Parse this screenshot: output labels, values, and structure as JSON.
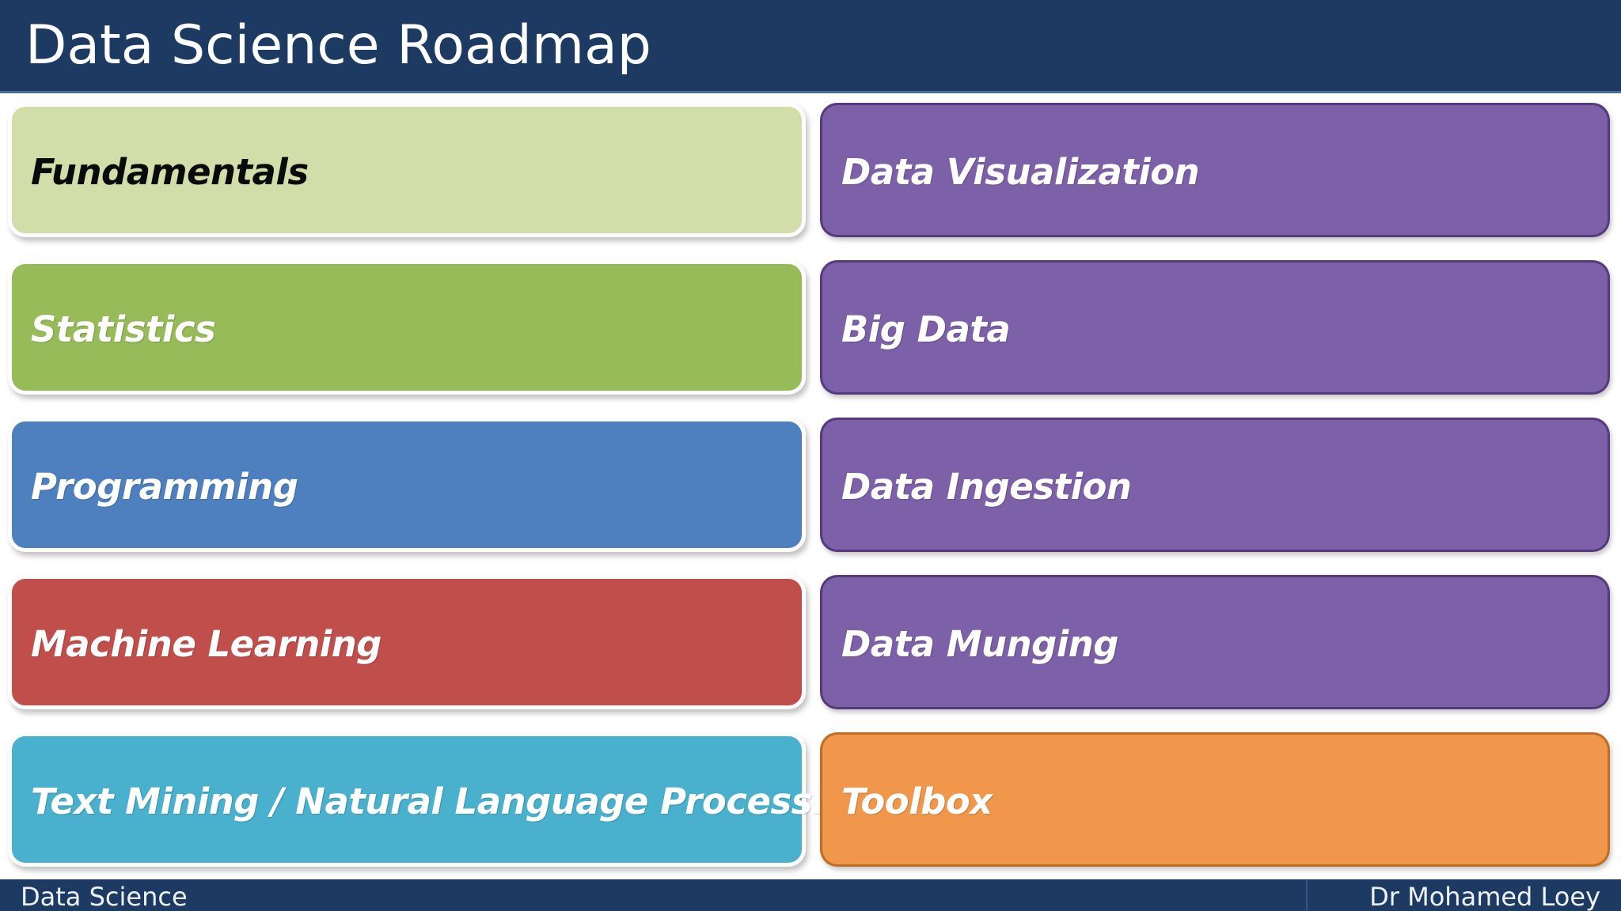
{
  "header": {
    "title": "Data Science Roadmap",
    "background_color": "#1c3a62",
    "title_color": "#ffffff",
    "underline_color": "#4f6f99"
  },
  "roadmap": {
    "left_column": [
      {
        "label": "Fundamentals",
        "fill_color": "#d3dda9",
        "text_color": "#0a0a0a",
        "text_style": "dark"
      },
      {
        "label": "Statistics",
        "fill_color": "#96bb58",
        "text_color": "#ffffff",
        "text_style": "light"
      },
      {
        "label": "Programming",
        "fill_color": "#4e80c0",
        "text_color": "#ffffff",
        "text_style": "light"
      },
      {
        "label": "Machine Learning",
        "fill_color": "#c04f4c",
        "text_color": "#ffffff",
        "text_style": "light"
      },
      {
        "label": "Text Mining / Natural Language Processing",
        "fill_color": "#49b1cd",
        "text_color": "#ffffff",
        "text_style": "light"
      }
    ],
    "right_column": [
      {
        "label": "Data Visualization",
        "fill_color": "#7c60a8",
        "text_color": "#ffffff",
        "text_style": "light"
      },
      {
        "label": "Big Data",
        "fill_color": "#7c60a8",
        "text_color": "#ffffff",
        "text_style": "light"
      },
      {
        "label": "Data Ingestion",
        "fill_color": "#7c60a8",
        "text_color": "#ffffff",
        "text_style": "light"
      },
      {
        "label": "Data Munging",
        "fill_color": "#7c60a8",
        "text_color": "#ffffff",
        "text_style": "light"
      },
      {
        "label": "Toolbox",
        "fill_color": "#f0974b",
        "text_color": "#ffffff",
        "text_style": "light",
        "accent": "orange"
      }
    ]
  },
  "footer": {
    "left_text": "Data Science",
    "right_text": "Dr Mohamed Loey",
    "background_color": "#1c3a62",
    "text_color": "#eef2f7"
  }
}
